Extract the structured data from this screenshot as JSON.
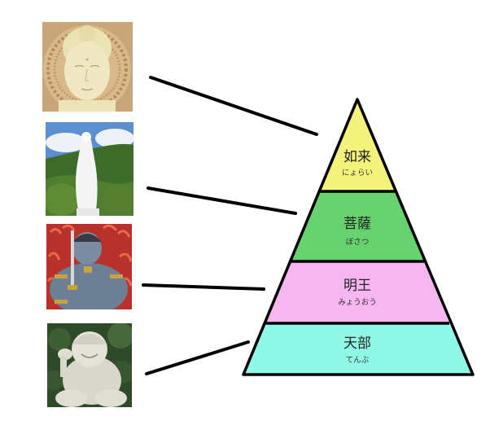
{
  "diagram": {
    "type": "pyramid",
    "tiers": [
      {
        "title": "如来",
        "reading": "にょらい",
        "color": "#f3f27a"
      },
      {
        "title": "菩薩",
        "reading": "ぼさつ",
        "color": "#66d36e"
      },
      {
        "title": "明王",
        "reading": "みょうおう",
        "color": "#f6b6ef"
      },
      {
        "title": "天部",
        "reading": "てんぶ",
        "color": "#90f8e6"
      }
    ],
    "images": [
      {
        "subject": "buddha-statue-head"
      },
      {
        "subject": "white-kannon-statue"
      },
      {
        "subject": "fudo-myoo-statue"
      },
      {
        "subject": "daikokuten-stone-statue"
      }
    ],
    "outline_color": "#000000"
  }
}
